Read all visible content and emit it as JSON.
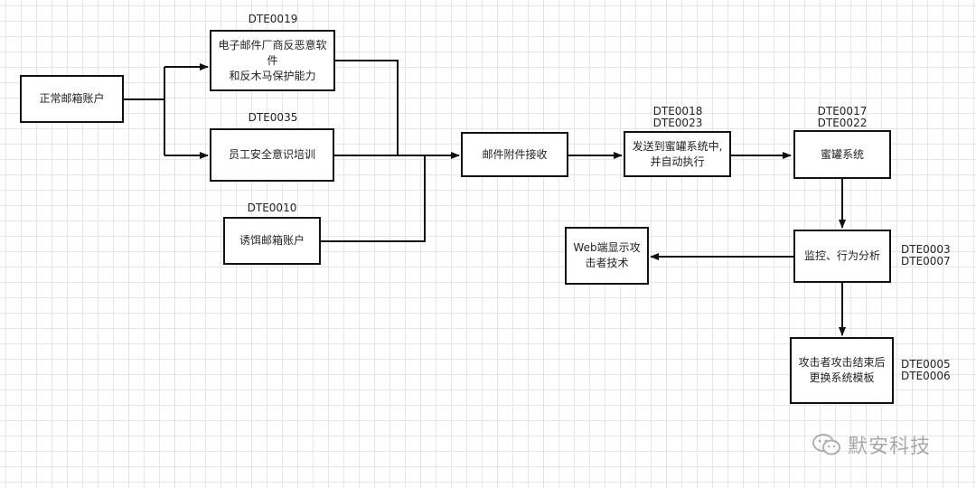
{
  "nodes": {
    "normal_mailbox": "正常邮箱账户",
    "av_vendor": "电子邮件厂商反恶意软件\n和反木马保护能力",
    "security_training": "员工安全意识培训",
    "decoy_mailbox": "诱饵邮箱账户",
    "attachment_receive": "邮件附件接收",
    "send_to_honeypot": "发送到蜜罐系统中,\n并自动执行",
    "honeypot": "蜜罐系统",
    "monitor_analysis": "监控、行为分析",
    "web_display": "Web端显示攻\n击者技术",
    "template_replace": "攻击者攻击结束后\n更换系统模板"
  },
  "tags": {
    "av_vendor": "DTE0019",
    "security_training": "DTE0035",
    "decoy_mailbox": "DTE0010",
    "send_to_honeypot": "DTE0018\nDTE0023",
    "honeypot": "DTE0017\nDTE0022",
    "monitor_analysis": "DTE0003\nDTE0007",
    "template_replace": "DTE0005\nDTE0006"
  },
  "watermark": {
    "text": "默安科技",
    "icon": "wechat-icon"
  },
  "colors": {
    "line": "#111111",
    "grid": "#e6e6e6",
    "background": "#ffffff"
  }
}
